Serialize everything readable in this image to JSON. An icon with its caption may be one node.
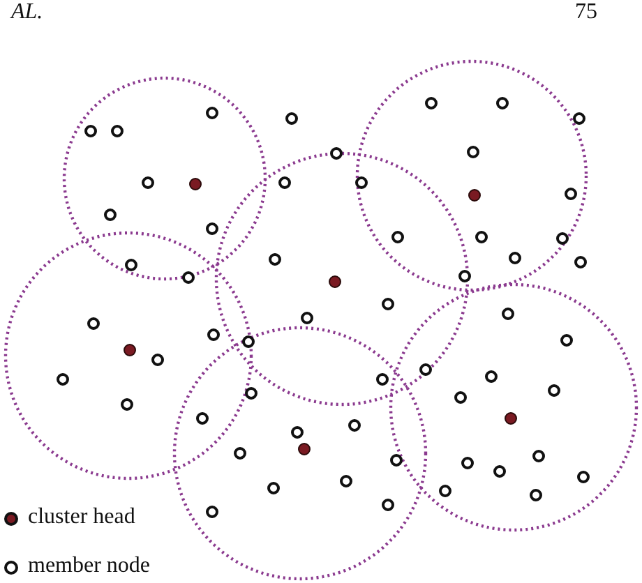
{
  "diagram": {
    "labels": [
      "AL.",
      "75"
    ],
    "legend": [
      {
        "text": "cluster head"
      },
      {
        "text": "member node"
      }
    ]
  }
}
